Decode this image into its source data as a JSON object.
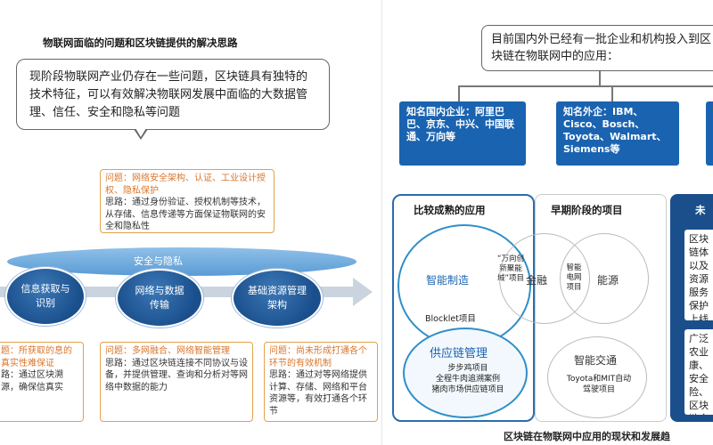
{
  "left": {
    "title": "物联网面临的问题和区块链提供的解决思路",
    "intro": "现阶段物联网产业仍存在一些问题，区块链具有独特的技术特征，可以有效解决物联网发展中面临的大数据管理、信任、安全和隐私等问题",
    "top_callout": {
      "heading": "问题：网络安全架构、认证、工业设计授权、隐私保护",
      "body": "思路：通过身份验证、授权机制等技术，从存储、信息传递等方面保证物联网的安全和隐私性"
    },
    "band_label": "安全与隐私",
    "nodes": [
      "信息获取与识别",
      "网络与数据传输",
      "基础资源管理架构"
    ],
    "bottom_callouts": [
      {
        "heading": "题：所获取的息的真实性难保证",
        "body": "路：通过区块溯源，确保信真实"
      },
      {
        "heading": "问题：多网融合、网络智能管理",
        "body": "思路：通过区块链连接不同协议与设备，并提供管理、查询和分析对等网络中数据的能力"
      },
      {
        "heading": "问题：尚未形成打通各个环节的有效机制",
        "body": "思路：通过对等网络提供计算、存储、网络和平台资源等，有效打通各个环节"
      }
    ]
  },
  "right": {
    "top_text": "目前国内外已经有一批企业和机构投入到区块链在物联网中的应用：",
    "domestic": "知名国内企业：阿里巴巴、京东、中兴、中国联通、万向等",
    "foreign": "知名外企：IBM、Cisco、Bosch、Toyota、Walmart、Siemens等",
    "mature": {
      "title": "比较成熟的应用",
      "smart_mfg": "智能制造",
      "wanxiang": "“万向创新聚能城”项目",
      "blocklet": "Blocklet项目",
      "supply_chain": "供应链管理",
      "supply_items": "步步鸡项目\n全程牛肉追溯案例\n猪肉市场供应链项目"
    },
    "early": {
      "title": "早期阶段的项目",
      "finance": "金融",
      "smart_grid": "智能电网项目",
      "energy": "能源",
      "smart_traffic": "智能交通",
      "toyota_mit": "Toyota和MIT自动驾驶项目"
    },
    "future": {
      "title_partial": "未",
      "card1": "区块链体以及资源服务保护上线下信用体",
      "card2": "广泛农业康、安全险、区块链合管理"
    },
    "caption": "区块链在物联网中应用的现状和发展趋"
  }
}
